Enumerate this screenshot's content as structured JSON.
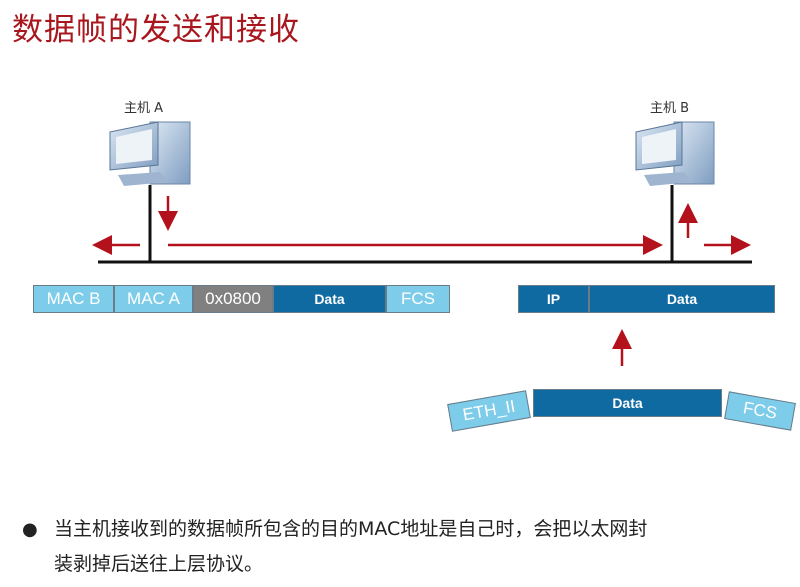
{
  "title": "数据帧的发送和接收",
  "hosts": [
    {
      "label": "主机 A"
    },
    {
      "label": "主机 B"
    }
  ],
  "frame_sent": [
    "MAC B",
    "MAC A",
    "0x0800",
    "Data",
    "FCS"
  ],
  "packet_up": [
    "IP",
    "Data"
  ],
  "frame_received": [
    "ETH_II",
    "Data",
    "FCS"
  ],
  "colors": {
    "title": "#a8161e",
    "arrow": "#b3121c",
    "light_field": "#7dcdea",
    "dark_field": "#0e6aa0",
    "type_field": "#808080"
  },
  "bullet": {
    "line1": "当主机接收到的数据帧所包含的目的MAC地址是自己时，会把以太网封",
    "line2": "装剥掉后送往上层协议。"
  }
}
